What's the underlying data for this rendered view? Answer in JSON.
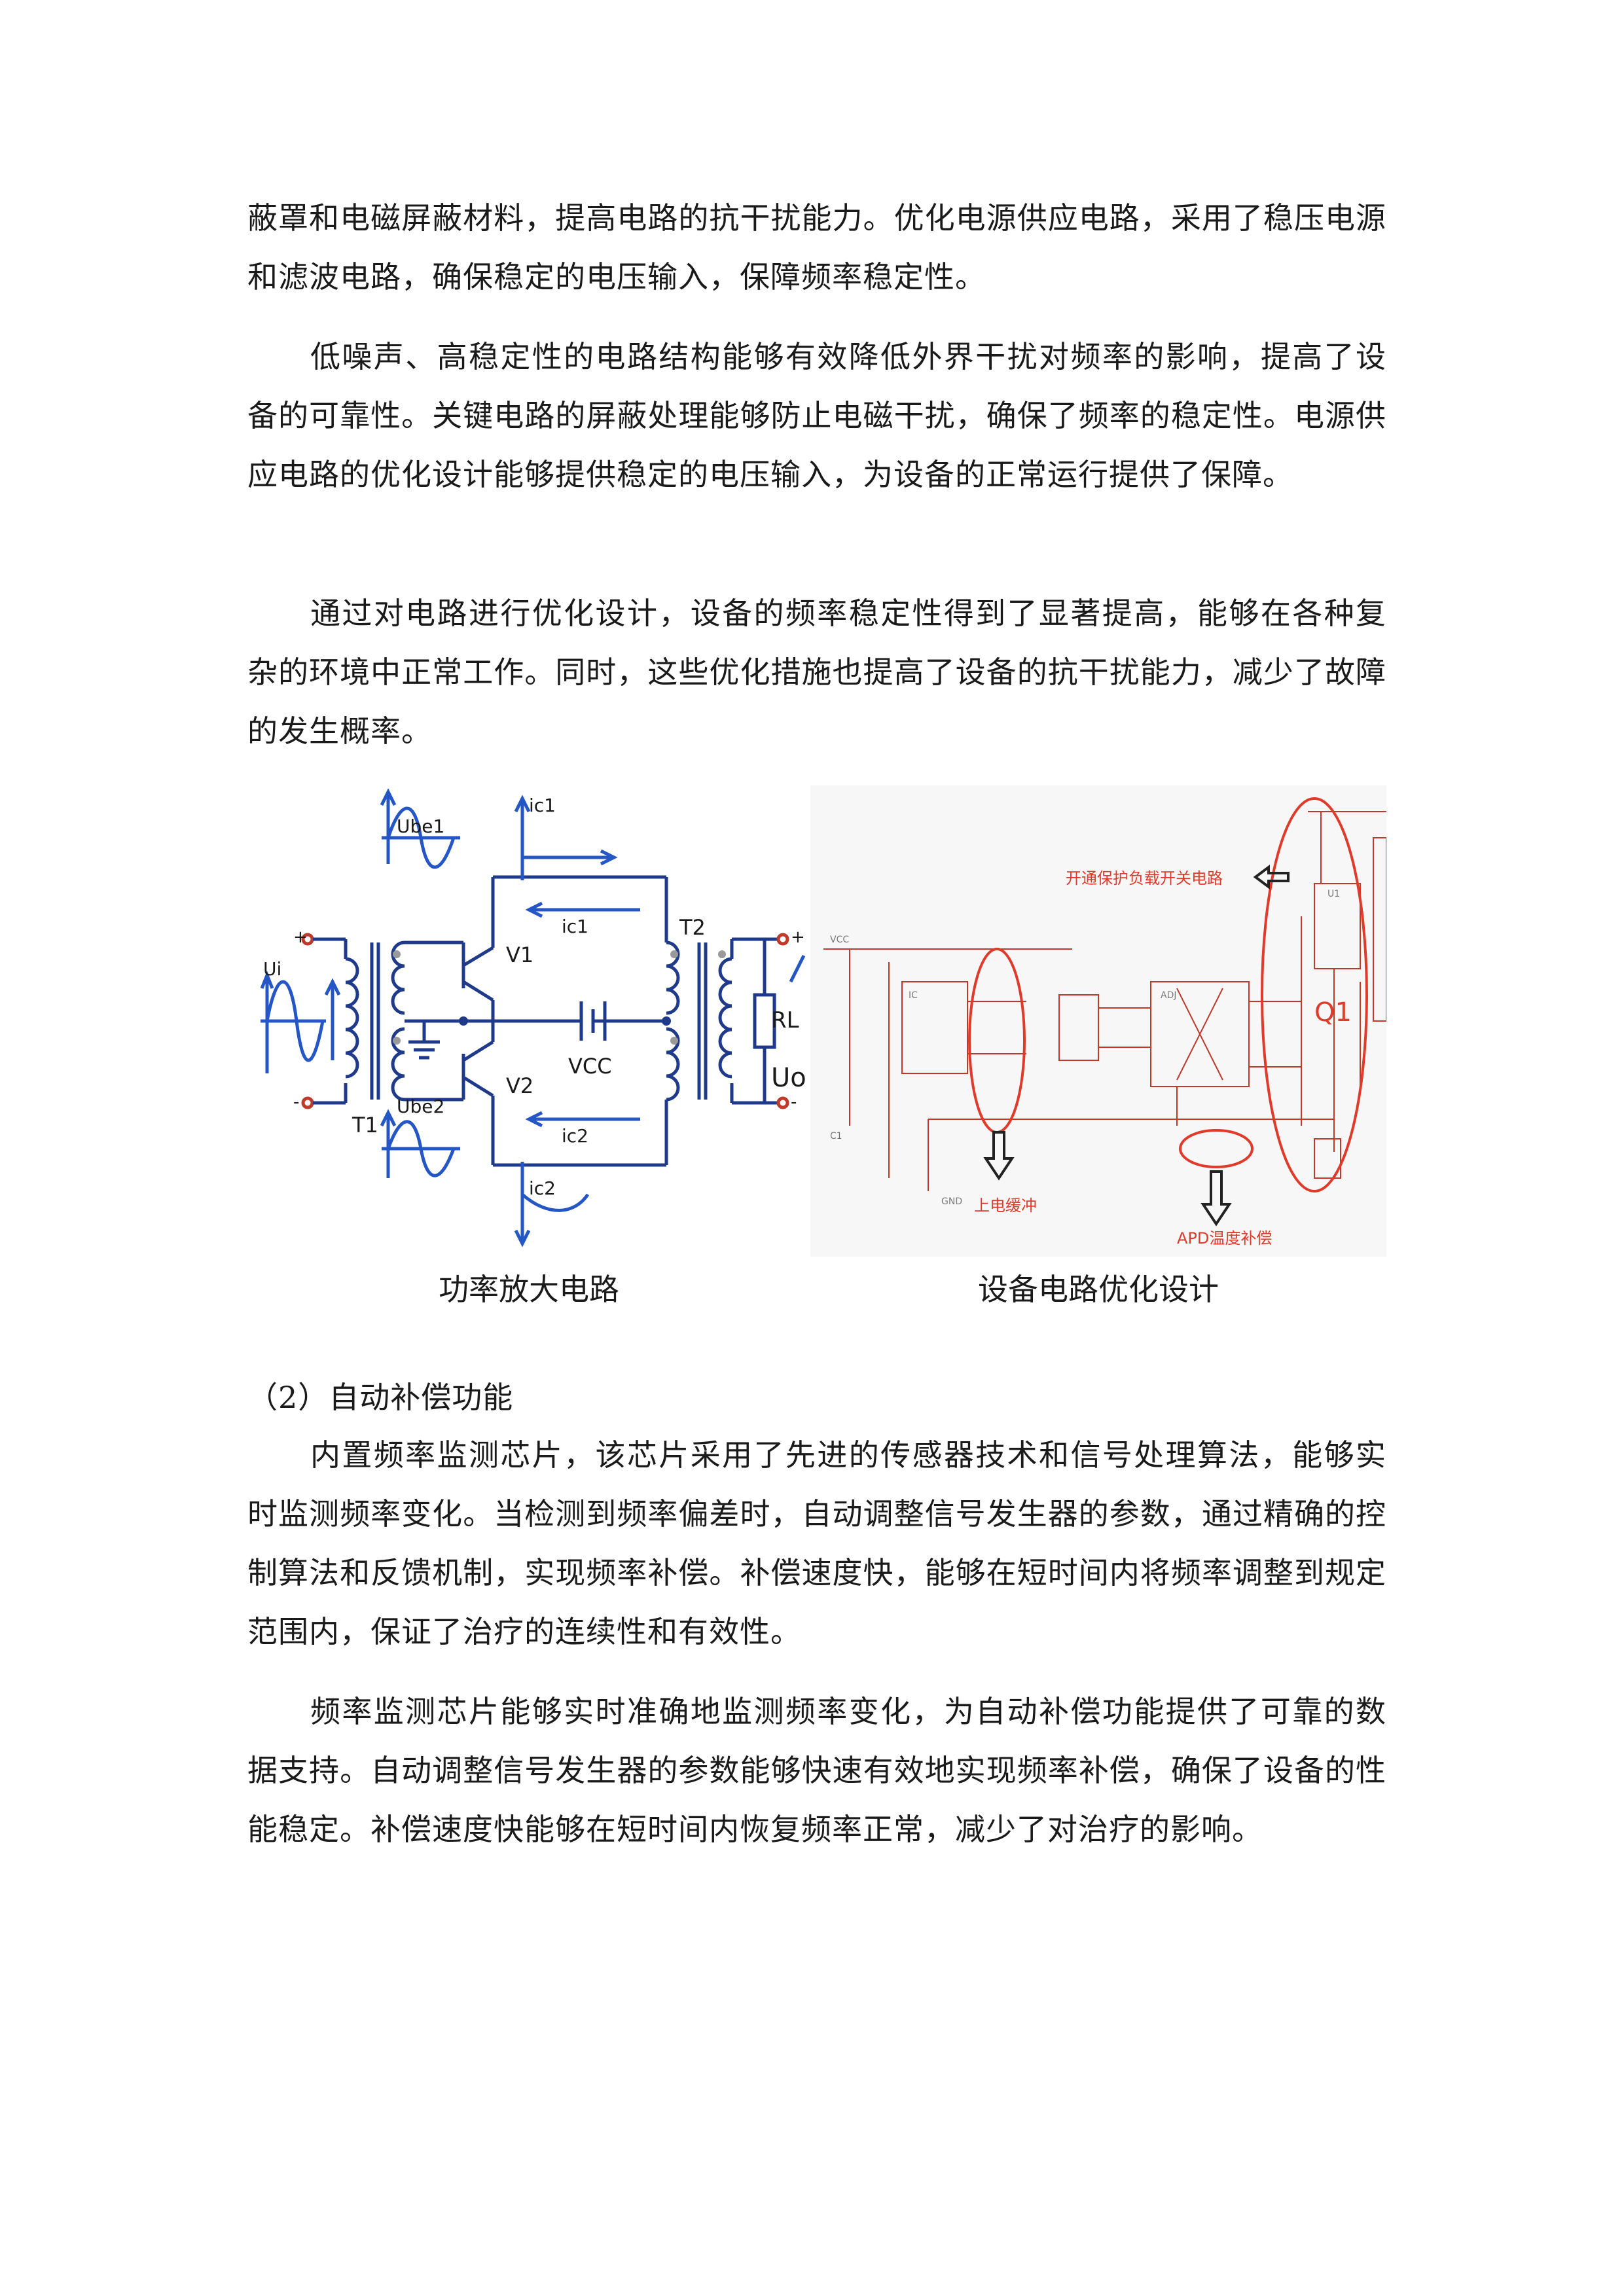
{
  "paragraphs": {
    "p1": "蔽罩和电磁屏蔽材料，提高电路的抗干扰能力。优化电源供应电路，采用了稳压电源和滤波电路，确保稳定的电压输入，保障频率稳定性。",
    "p2": "低噪声、高稳定性的电路结构能够有效降低外界干扰对频率的影响，提高了设备的可靠性。关键电路的屏蔽处理能够防止电磁干扰，确保了频率的稳定性。电源供应电路的优化设计能够提供稳定的电压输入，为设备的正常运行提供了保障。",
    "p3": "通过对电路进行优化设计，设备的频率稳定性得到了显著提高，能够在各种复杂的环境中正常工作。同时，这些优化措施也提高了设备的抗干扰能力，减少了故障的发生概率。",
    "h2": "（2）自动补偿功能",
    "p4": "内置频率监测芯片，该芯片采用了先进的传感器技术和信号处理算法，能够实时监测频率变化。当检测到频率偏差时，自动调整信号发生器的参数，通过精确的控制算法和反馈机制，实现频率补偿。补偿速度快，能够在短时间内将频率调整到规定范围内，保证了治疗的连续性和有效性。",
    "p5": "频率监测芯片能够实时准确地监测频率变化，为自动补偿功能提供了可靠的数据支持。自动调整信号发生器的参数能够快速有效地实现频率补偿，确保了设备的性能稳定。补偿速度快能够在短时间内恢复频率正常，减少了对治疗的影响。"
  },
  "figure": {
    "left_caption": "功率放大电路",
    "right_caption": "设备电路优化设计",
    "left_labels": {
      "ic1_top": "ic1",
      "ube1": "Ube1",
      "ic1_mid": "ic1",
      "t2": "T2",
      "v1": "V1",
      "ui": "Ui",
      "rl": "RL",
      "vcc": "VCC",
      "uo": "Uo",
      "v2": "V2",
      "t1": "T1",
      "ube2": "Ube2",
      "ic2_mid": "ic2",
      "ic2_bot": "ic2"
    },
    "right_labels": {
      "annotation_top": "开通保护负载开关电路",
      "q1": "Q1",
      "annotation_bottom_left": "上电缓冲",
      "annotation_bottom_right": "APD温度补偿"
    }
  },
  "colors": {
    "text": "#1a1a1a",
    "schematic_blue": "#1f3a8a",
    "arrow_blue": "#2457c5",
    "schematic_red": "#c0392b",
    "annotation_red": "#e03a2a"
  }
}
